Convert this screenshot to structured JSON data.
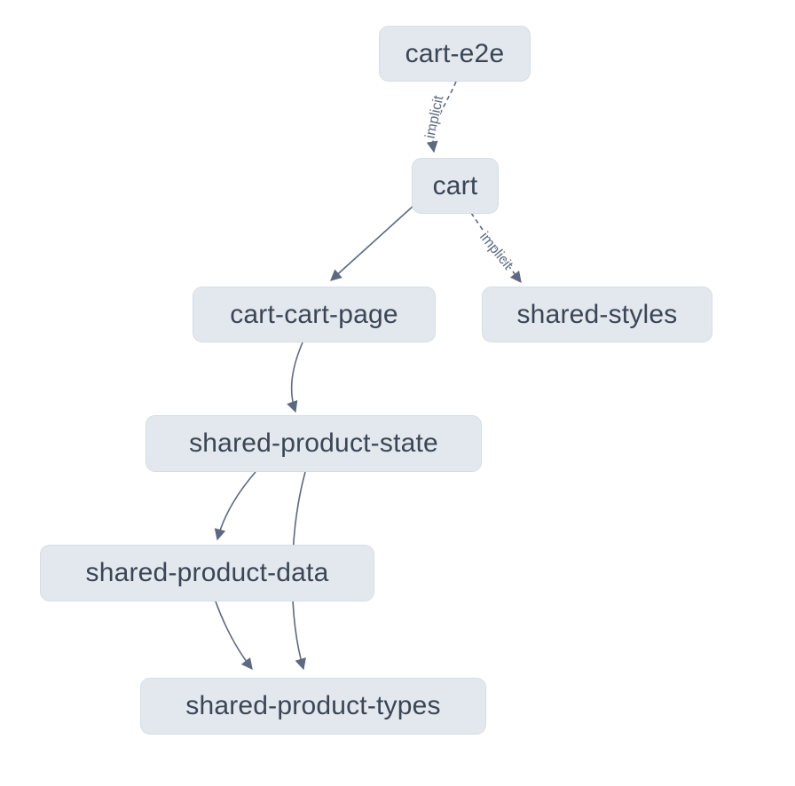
{
  "colors": {
    "page-bg": "#ffffff",
    "node-fill": "#e3e8ef",
    "node-border": "#d6dde6",
    "node-text": "#3b4554",
    "edge-color": "#5d6980",
    "label-color": "#5d6980"
  },
  "diagram": {
    "type": "dependency-graph",
    "nodes": [
      {
        "id": "cart-e2e",
        "label": "cart-e2e"
      },
      {
        "id": "cart",
        "label": "cart"
      },
      {
        "id": "cart-cart-page",
        "label": "cart-cart-page"
      },
      {
        "id": "shared-styles",
        "label": "shared-styles"
      },
      {
        "id": "shared-product-state",
        "label": "shared-product-state"
      },
      {
        "id": "shared-product-data",
        "label": "shared-product-data"
      },
      {
        "id": "shared-product-types",
        "label": "shared-product-types"
      }
    ],
    "edges": [
      {
        "from": "cart-e2e",
        "to": "cart",
        "type": "implicit",
        "label": "implicit"
      },
      {
        "from": "cart",
        "to": "cart-cart-page",
        "type": "static",
        "label": ""
      },
      {
        "from": "cart",
        "to": "shared-styles",
        "type": "implicit",
        "label": "implicit"
      },
      {
        "from": "cart-cart-page",
        "to": "shared-product-state",
        "type": "static",
        "label": ""
      },
      {
        "from": "shared-product-state",
        "to": "shared-product-data",
        "type": "static",
        "label": ""
      },
      {
        "from": "shared-product-state",
        "to": "shared-product-types",
        "type": "static",
        "label": ""
      },
      {
        "from": "shared-product-data",
        "to": "shared-product-types",
        "type": "static",
        "label": ""
      }
    ]
  }
}
